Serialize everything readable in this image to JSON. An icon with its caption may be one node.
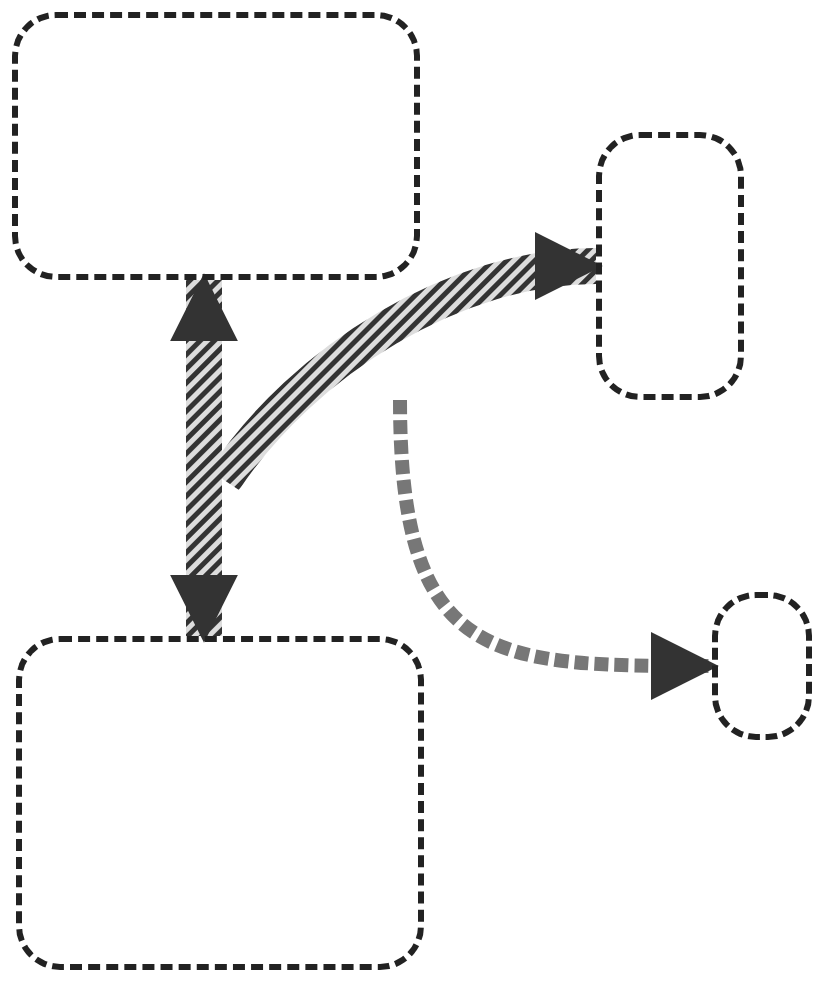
{
  "diagram": {
    "nodes": [
      {
        "text": [],
        "shape": "box"
      },
      {
        "text": [],
        "shape": "box"
      },
      {
        "text": [],
        "shape": "box"
      },
      {
        "text": [],
        "shape": "box"
      }
    ],
    "edges": [
      {
        "from": 0,
        "to": 2,
        "arrow": "both",
        "style": "thick"
      },
      {
        "from": null,
        "to": 1,
        "arrow": "to",
        "style": "thick"
      },
      {
        "from": null,
        "to": 3,
        "arrow": "to",
        "style": "dashed"
      }
    ]
  }
}
